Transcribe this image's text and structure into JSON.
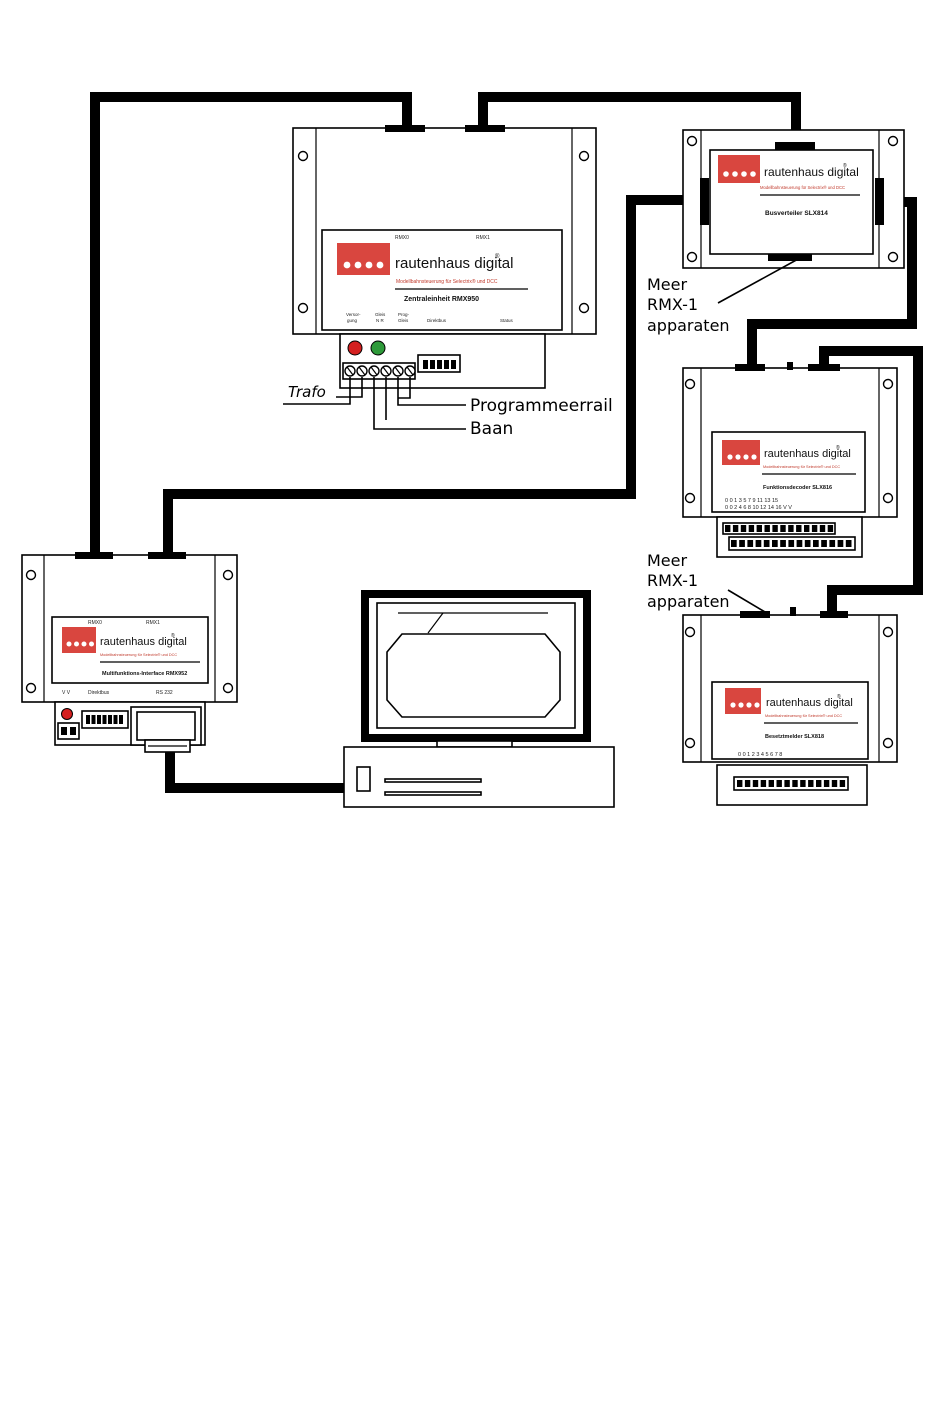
{
  "colors": {
    "brand_red": "#d9463f",
    "tagline_red": "#c0392b",
    "led_red": "#d42020",
    "led_green": "#2e9a3a",
    "cable": "#000000"
  },
  "central_unit": {
    "port_left": "RMX0",
    "port_right": "RMX1",
    "brand": "rautenhaus digital",
    "registered": "®",
    "tagline": "Modellbahnsteuerung für Selectrix® und DCC",
    "model": "Zentraleinheit RMX950",
    "bottom_labels": [
      "Versor-",
      "gung",
      "Gleis",
      "N R",
      "Prog-",
      "Gleis",
      "Direktbus",
      "Status"
    ]
  },
  "bus_distributor": {
    "brand": "rautenhaus digital",
    "registered": "®",
    "tagline": "Modellbahnsteuerung für Selectrix® und DCC",
    "model": "Busverteiler SLX814"
  },
  "function_decoder": {
    "brand": "rautenhaus digital",
    "registered": "®",
    "tagline": "Modellbahnsteuerung für Selectrix® und DCC",
    "model": "Funktionsdecoder SLX816",
    "row_top": "0  0  1  3  5  7  9  11 13 15",
    "row_bottom": "0  0  2  4  6  8  10 12 14 16  V  V"
  },
  "occupancy_detector": {
    "brand": "rautenhaus digital",
    "registered": "®",
    "tagline": "Modellbahnsteuerung für Selectrix® und DCC",
    "model": "Besetztmelder SLX818",
    "row": "0  0  1  2  3  4  5  6  7  8"
  },
  "interface": {
    "port_left": "RMX0",
    "port_right": "RMX1",
    "brand": "rautenhaus digital",
    "registered": "®",
    "tagline": "Modellbahnsteuerung für Selectrix® und DCC",
    "model": "Multifunktions-Interface RMX952",
    "bottom_labels": [
      "V V",
      "Direktbus",
      "RS 232"
    ]
  },
  "labels": {
    "trafo": "Trafo",
    "programmeerrail": "Programmeerrail",
    "baan": "Baan",
    "more_devices_1": [
      "Meer",
      "RMX-1",
      "apparaten"
    ],
    "more_devices_2": [
      "Meer",
      "RMX-1",
      "apparaten"
    ]
  }
}
